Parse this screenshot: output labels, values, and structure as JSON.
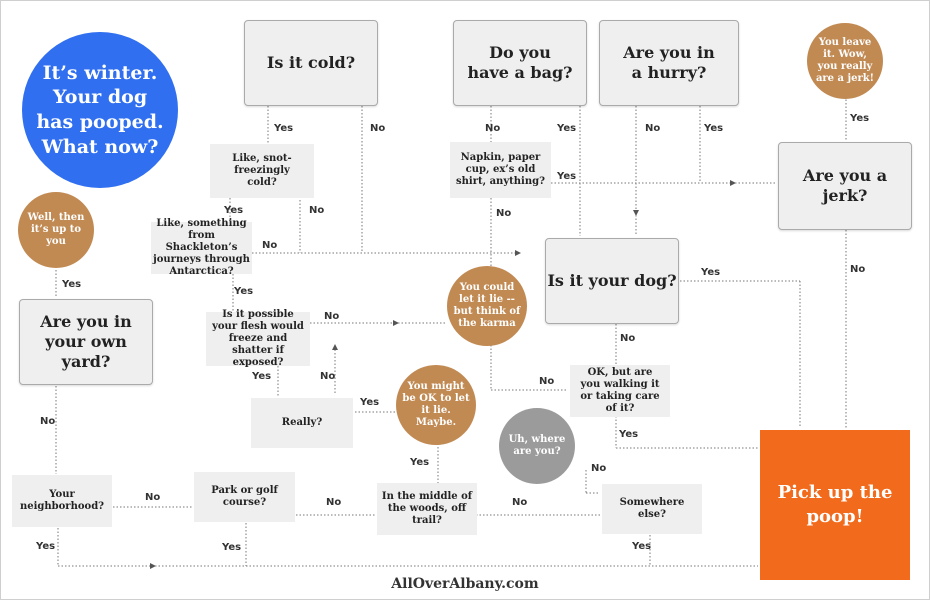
{
  "start": "It’s winter. Your dog has pooped. What now?",
  "questions": {
    "cold": "Is it cold?",
    "bag": "Do you have a bag?",
    "hurry": "Are you in a hurry?",
    "jerk": "Are you a jerk?",
    "snot": "Like, snot-freezingly cold?",
    "napkin": "Napkin, paper cup, ex’s old shirt, anything?",
    "shackleton": "Like, something from Shackleton’s journeys through Antarctica?",
    "your_dog": "Is it your dog?",
    "flesh": "Is it possible your flesh would freeze and shatter if exposed?",
    "walking": "OK, but are you walking it or taking care of it?",
    "yard": "Are you in your own yard?",
    "really": "Really?",
    "neighborhood": "Your neighborhood?",
    "park": "Park or golf course?",
    "woods": "In the middle of the woods, off trail?",
    "elsewhere": "Somewhere else?"
  },
  "circles": {
    "leave_it": "You leave it. Wow, you really are a jerk!",
    "up_to_you": "Well, then it’s up to you",
    "karma": "You could let it lie -- but think of the karma",
    "ok_to_lie": "You might be OK to let it lie. Maybe.",
    "where": "Uh, where are you?"
  },
  "final": "Pick up the poop!",
  "labels": {
    "yes": "Yes",
    "no": "No"
  },
  "footer": "AllOverAlbany.com",
  "colors": {
    "blue": "#2f6ff0",
    "brown": "#c18a53",
    "gray": "#9b9b9b",
    "orange": "#f26a1b"
  }
}
